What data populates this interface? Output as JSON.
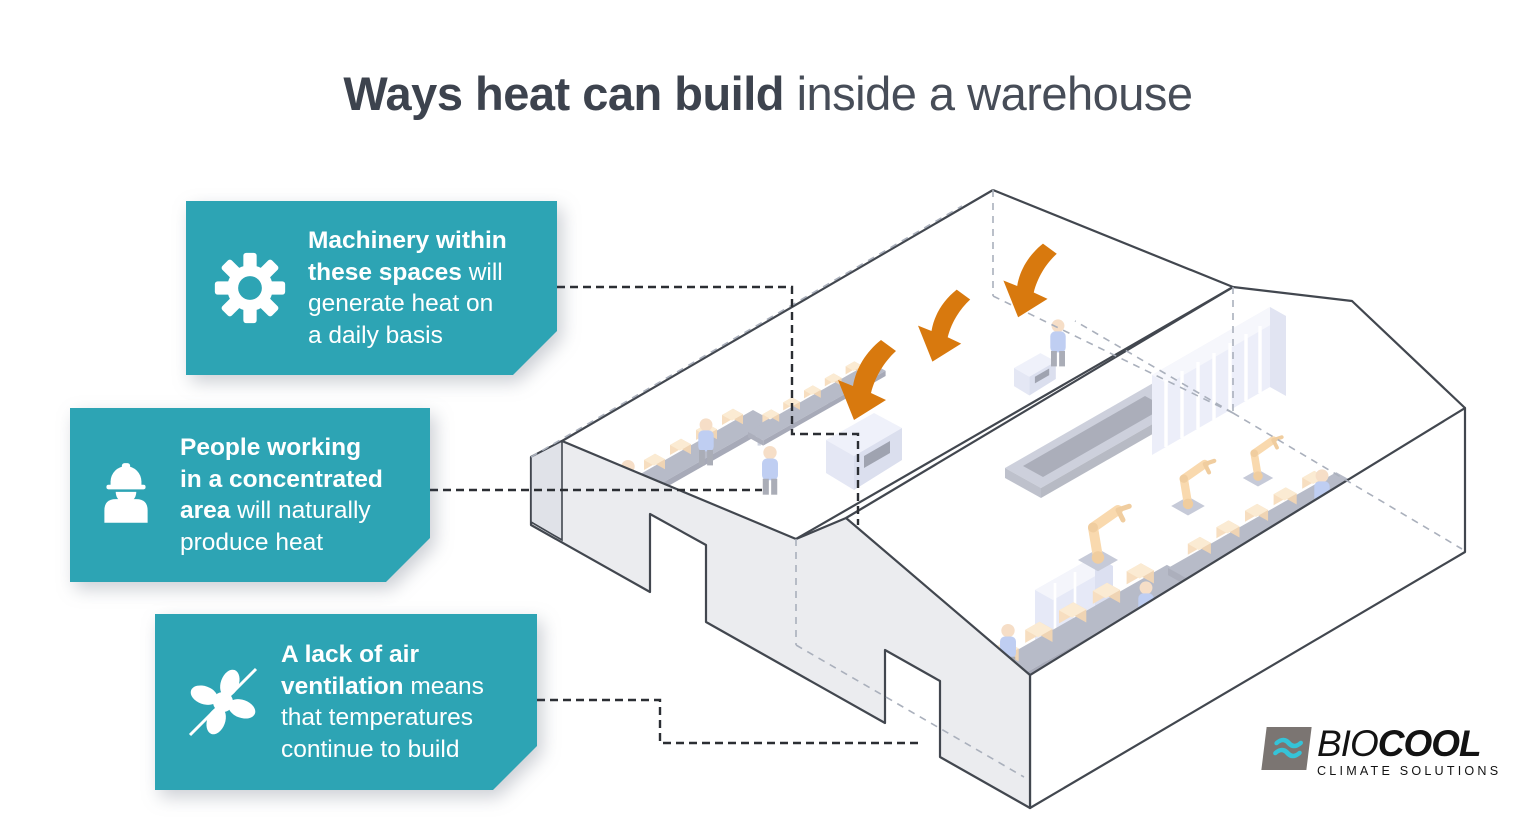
{
  "title": {
    "emphasis": "Ways heat can build",
    "rest": " inside a warehouse"
  },
  "callouts": [
    {
      "id": "machinery-heat",
      "icon": "gear-icon",
      "lines": [
        [
          "Machinery within",
          ""
        ],
        [
          "these spaces",
          " will"
        ],
        [
          "",
          "generate heat on"
        ],
        [
          "",
          "a daily basis"
        ]
      ]
    },
    {
      "id": "people-heat",
      "icon": "worker-icon",
      "lines": [
        [
          "People working",
          ""
        ],
        [
          "in a concentrated",
          ""
        ],
        [
          "area",
          " will naturally"
        ],
        [
          "",
          "produce heat"
        ]
      ]
    },
    {
      "id": "ventilation-heat",
      "icon": "fan-icon",
      "lines": [
        [
          "A lack of air",
          ""
        ],
        [
          "ventilation",
          " means"
        ],
        [
          "",
          "that temperatures"
        ],
        [
          "",
          "continue to build"
        ]
      ]
    }
  ],
  "logo": {
    "brand_regular": "BIO",
    "brand_bold": "COOL",
    "tagline": "CLIMATE SOLUTIONS"
  },
  "illustration": {
    "description": "Isometric warehouse with two gabled halls, interior machinery, conveyors with boxes, robots and workers; three orange curved arrows show heat building along the roof valley; dashed connectors link each callout to the scene",
    "heat_arrow_count": 3
  },
  "colors": {
    "teal": "#2da4b4",
    "arrow_orange": "#d8790e",
    "outline": "#42474f",
    "title_text": "#3d434e",
    "wall_gray": "#ebecef",
    "logo_wave": "#35c3d7"
  }
}
